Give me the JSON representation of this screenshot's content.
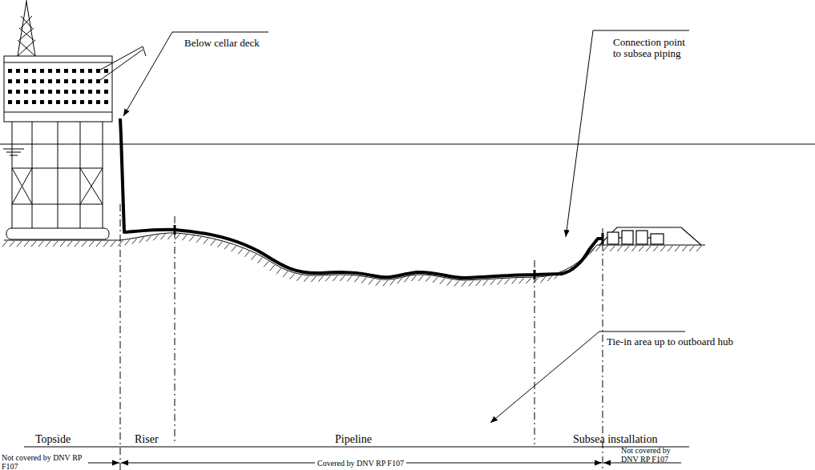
{
  "diagram": {
    "labels": [
      "Below cellar deck",
      "Connection point to subsea piping",
      "Tie-in area up to outboard hub",
      "Topside",
      "Riser",
      "Pipeline",
      "Subsea installation",
      "Not covered by DNV RP F107",
      "Covered by DNV RP F107",
      "Not covered by DNV RP F107"
    ]
  }
}
